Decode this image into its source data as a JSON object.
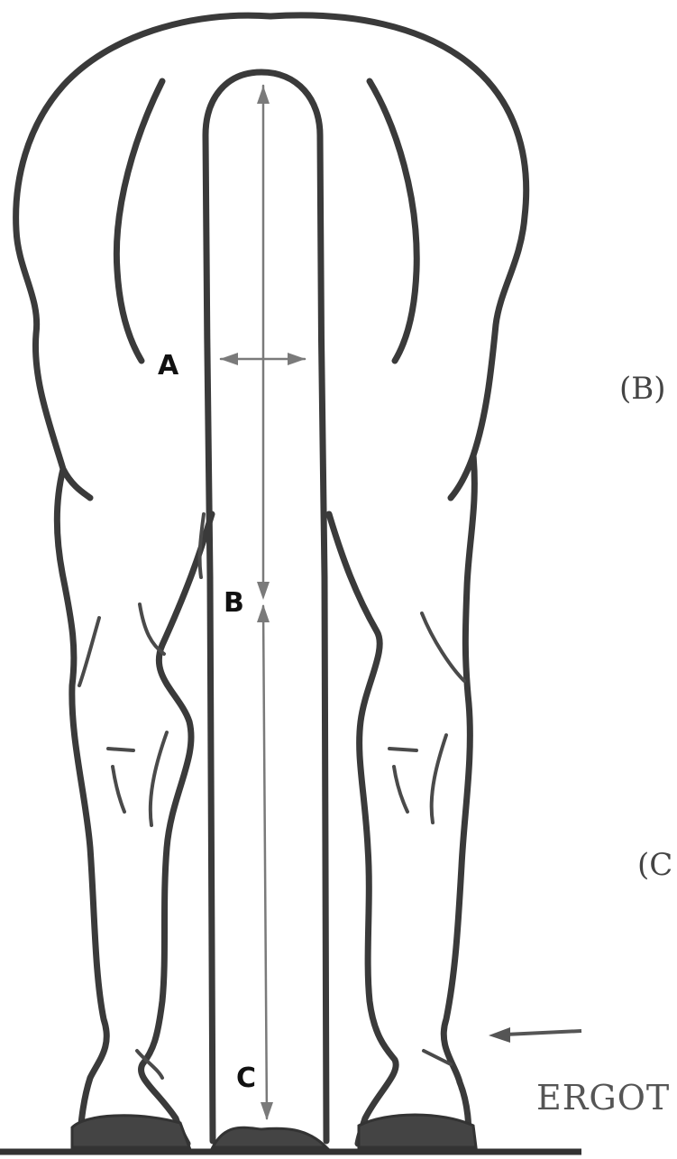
{
  "labels": {
    "a": "A",
    "b": "B",
    "c": "C",
    "side_b": "(B)",
    "side_c": "(C",
    "ergot": "ERGOT"
  },
  "colors": {
    "ink": "#3a3a3a",
    "arrow": "#7a7a7a",
    "background": "#ffffff"
  }
}
